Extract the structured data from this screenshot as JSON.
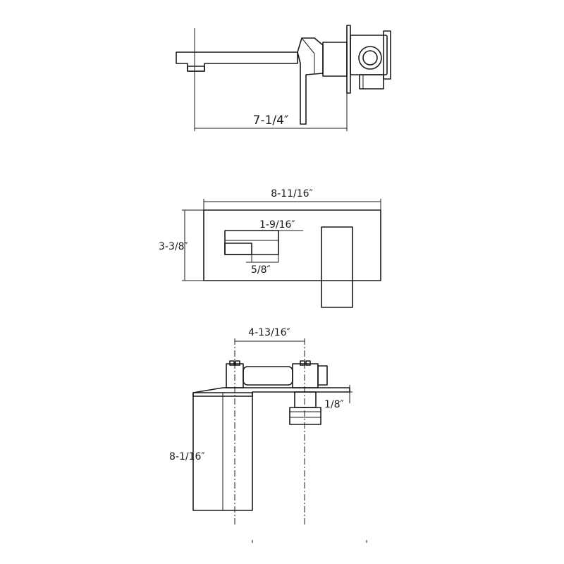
{
  "views": {
    "side": {
      "dimensions": {
        "overall_depth": "7-1/4″"
      }
    },
    "front": {
      "dimensions": {
        "plate_width": "8-11/16″",
        "plate_height": "3-3/8″",
        "spout_width": "1-9/16″",
        "spout_height": "5/8″"
      }
    },
    "rough_in": {
      "dimensions": {
        "center_to_center": "4-13/16″",
        "plate_thickness": "1/8″",
        "valve_depth": "8-1/16″"
      }
    }
  },
  "colors": {
    "line": "#1a1a1a",
    "background": "#ffffff"
  }
}
